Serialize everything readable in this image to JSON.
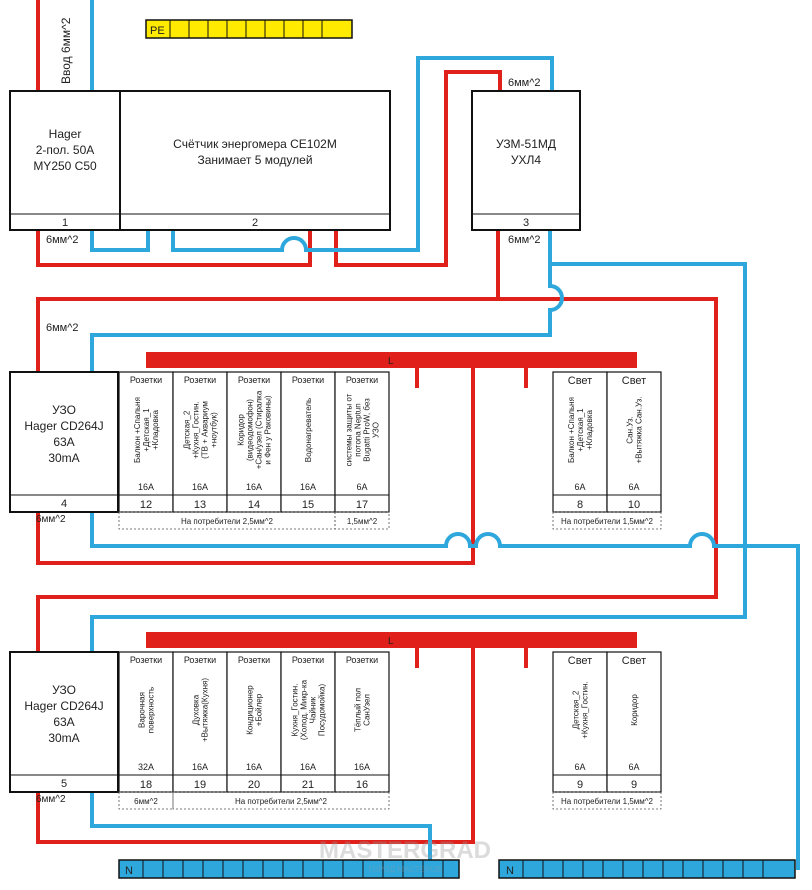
{
  "pe_bus": {
    "label": "PE",
    "color": "#ffea00"
  },
  "n_buses": [
    {
      "label": "N"
    },
    {
      "label": "N"
    }
  ],
  "input_label": "Ввод 6мм^2",
  "wire_labels": {
    "uzm_in": "6мм^2",
    "hager_out": "6мм^2",
    "uzm_out": "6мм^2",
    "uzo1_in": "6мм^2",
    "uzo1_out": "6мм^2",
    "uzo2_out": "6мм^2"
  },
  "devices": {
    "hager": {
      "lines": [
        "Hager",
        "2-пол. 50A",
        "MY250 C50"
      ],
      "number": "1"
    },
    "meter": {
      "lines": [
        "Счётчик энергомера CE102M",
        "Занимает 5 модулей"
      ],
      "number": "2"
    },
    "uzm": {
      "lines": [
        "УЗМ-51МД",
        "УХЛ4"
      ],
      "number": "3"
    },
    "uzo1": {
      "lines": [
        "УЗО",
        "Hager CD264J",
        "63A",
        "30mA"
      ],
      "number": "4"
    },
    "uzo2": {
      "lines": [
        "УЗО",
        "Hager CD264J",
        "63A",
        "30mA"
      ],
      "number": "5"
    }
  },
  "l_bus_label": "L",
  "row1": {
    "sockets": [
      {
        "head": "Розетки",
        "desc": [
          "Балкон +Спальня",
          "+Детская_1",
          "+Кладовка"
        ],
        "amp": "16A",
        "num": "12"
      },
      {
        "head": "Розетки",
        "desc": [
          "Детская_2",
          "+Кухня_Гостин.",
          "(ТВ + Аквариум",
          "+ноутбук)"
        ],
        "amp": "16A",
        "num": "13"
      },
      {
        "head": "Розетки",
        "desc": [
          "Коридор",
          "(видеодомофон)",
          "+Сан/узел (Стиралка",
          "и Фен у Раковины)"
        ],
        "amp": "16A",
        "num": "14"
      },
      {
        "head": "Розетки",
        "desc": [
          "Водонагреватель"
        ],
        "amp": "16A",
        "num": "15"
      },
      {
        "head": "Розетки",
        "desc": [
          "системы защиты от",
          "потопа Neptun",
          "Bugatti ProW, без",
          "УЗО"
        ],
        "amp": "6A",
        "num": "17"
      }
    ],
    "lights": [
      {
        "head": "Свет",
        "desc": [
          "Балкон +Спальня",
          "+Детская_1",
          "+Кладовка"
        ],
        "amp": "6A",
        "num": "8"
      },
      {
        "head": "Свет",
        "desc": [
          "Сан.Уз.",
          "+Вытяжка Сан.Уз."
        ],
        "amp": "6A",
        "num": "10"
      }
    ],
    "consumer_labels": {
      "sockets": "На потребители 2,5мм^2",
      "small": "1,5мм^2",
      "lights": "На потребители 1,5мм^2"
    }
  },
  "row2": {
    "sockets": [
      {
        "head": "Розетки",
        "desc": [
          "Варочная",
          "поверхность"
        ],
        "amp": "32A",
        "num": "18"
      },
      {
        "head": "Розетки",
        "desc": [
          "Духовка",
          "+Вытяжка(Кухня)"
        ],
        "amp": "16A",
        "num": "19"
      },
      {
        "head": "Розетки",
        "desc": [
          "Кондиционер",
          "+Бойлер"
        ],
        "amp": "16A",
        "num": "20"
      },
      {
        "head": "Розетки",
        "desc": [
          "Кухня_Гостин.",
          "(Холод. Микр-ка",
          "Чайник",
          "Посудомойка)"
        ],
        "amp": "16A",
        "num": "21"
      },
      {
        "head": "Розетки",
        "desc": [
          "Тёплый пол",
          "СанУзел"
        ],
        "amp": "16A",
        "num": "16"
      }
    ],
    "lights": [
      {
        "head": "Свет",
        "desc": [
          "Детская_2",
          "+Кухня_Гостин."
        ],
        "amp": "6A",
        "num": "9"
      },
      {
        "head": "Свет",
        "desc": [
          "Коридор"
        ],
        "amp": "6A",
        "num": "9"
      }
    ],
    "consumer_labels": {
      "first": "6мм^2",
      "sockets": "На потребители 2,5мм^2",
      "lights": "На потребители 1,5мм^2"
    }
  },
  "watermark": {
    "title": "MASTERGRAD",
    "subtitle": "ГОРОД МАСТЕРОВ"
  }
}
